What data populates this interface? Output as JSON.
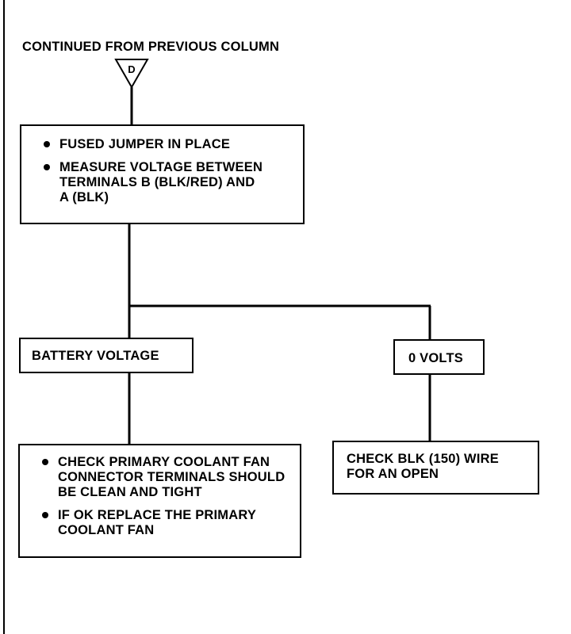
{
  "header": {
    "continued_text": "CONTINUED FROM PREVIOUS COLUMN",
    "connector_label": "D"
  },
  "test_step": {
    "items": [
      "FUSED JUMPER IN PLACE",
      "MEASURE VOLTAGE BETWEEN TERMINALS B (BLK/RED) AND A (BLK)"
    ]
  },
  "results": {
    "left_label": "BATTERY VOLTAGE",
    "right_label": "0 VOLTS"
  },
  "left_action": {
    "items": [
      "CHECK PRIMARY COOLANT FAN CONNECTOR TERMINALS SHOULD BE CLEAN AND TIGHT",
      "IF OK REPLACE THE PRIMARY COOLANT FAN"
    ]
  },
  "right_action": {
    "text": "CHECK BLK (150) WIRE FOR AN OPEN"
  }
}
